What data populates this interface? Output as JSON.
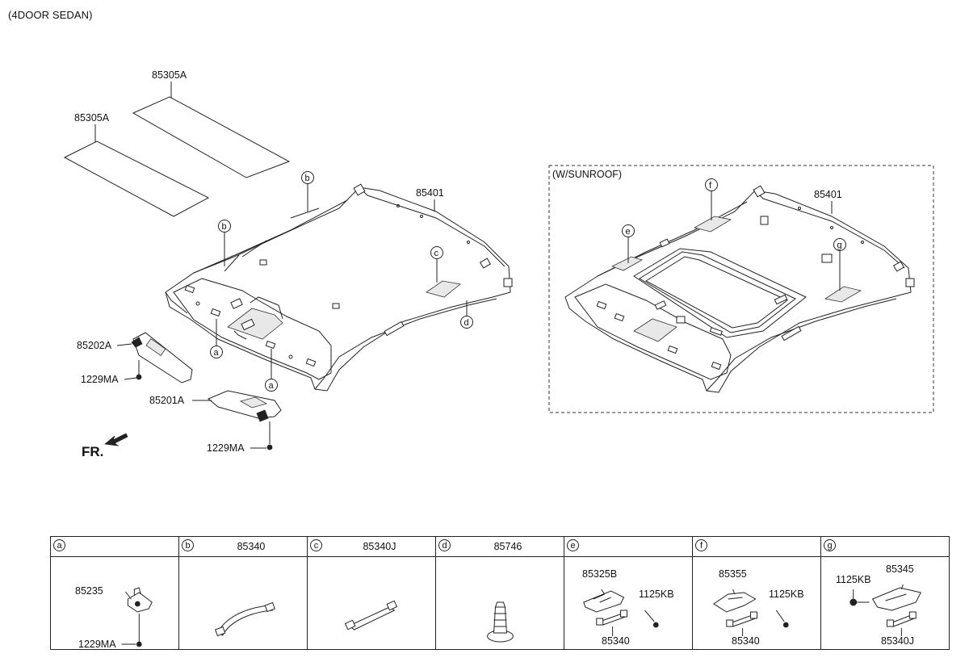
{
  "page_title": "(4DOOR SEDAN)",
  "main_diagram": {
    "labels": {
      "roof_pad_upper": "85305A",
      "roof_pad_lower": "85305A",
      "headlining": "85401",
      "sunvisor_rh": "85202A",
      "sunvisor_rh_screw": "1229MA",
      "sunvisor_lh": "85201A",
      "sunvisor_lh_screw": "1229MA",
      "front_direction": "FR."
    },
    "callouts": {
      "b_upper": "b",
      "b_lower": "b",
      "c": "c",
      "d": "d",
      "a_left": "a",
      "a_right": "a"
    }
  },
  "sunroof_diagram": {
    "title": "(W/SUNROOF)",
    "labels": {
      "headlining": "85401"
    },
    "callouts": {
      "e": "e",
      "f": "f",
      "g": "g"
    }
  },
  "legend": [
    {
      "letter": "a",
      "part": "",
      "sub_labels": [
        "85235",
        "1229MA"
      ]
    },
    {
      "letter": "b",
      "part": "85340",
      "sub_labels": []
    },
    {
      "letter": "c",
      "part": "85340J",
      "sub_labels": []
    },
    {
      "letter": "d",
      "part": "85746",
      "sub_labels": []
    },
    {
      "letter": "e",
      "part": "",
      "sub_labels": [
        "85325B",
        "1125KB",
        "85340"
      ]
    },
    {
      "letter": "f",
      "part": "",
      "sub_labels": [
        "85355",
        "1125KB",
        "85340"
      ]
    },
    {
      "letter": "g",
      "part": "",
      "sub_labels": [
        "1125KB",
        "85345",
        "85340J"
      ]
    }
  ]
}
